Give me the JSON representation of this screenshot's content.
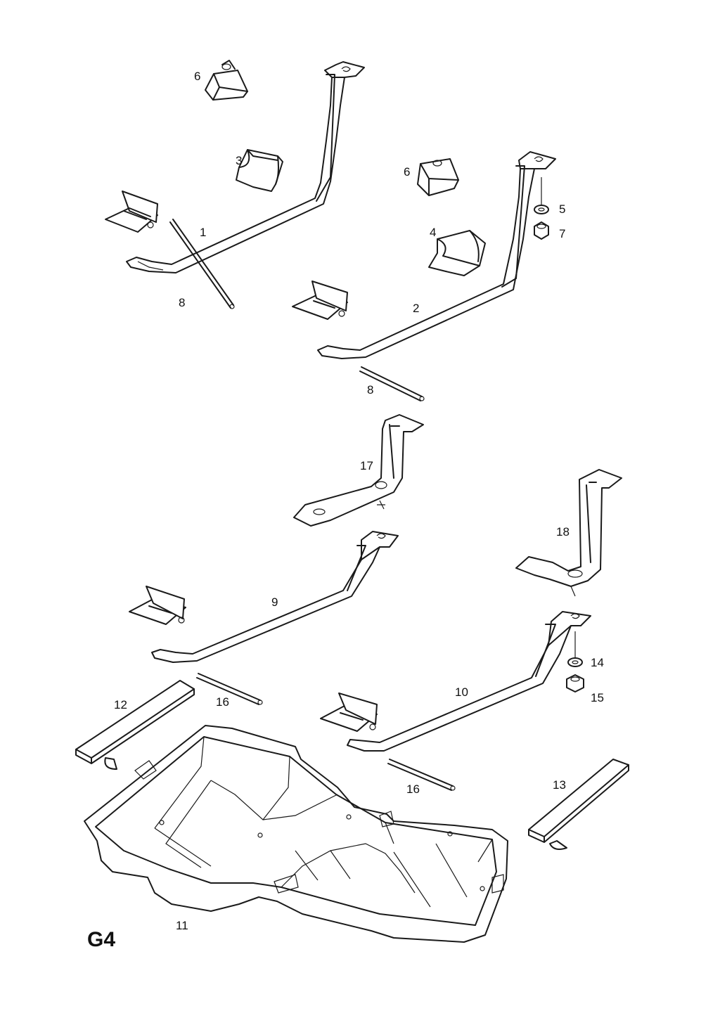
{
  "sheet": {
    "code": "G4"
  },
  "callouts": [
    {
      "id": "c1",
      "label": "1"
    },
    {
      "id": "c2",
      "label": "2"
    },
    {
      "id": "c3",
      "label": "3"
    },
    {
      "id": "c4",
      "label": "4"
    },
    {
      "id": "c5",
      "label": "5"
    },
    {
      "id": "c6a",
      "label": "6"
    },
    {
      "id": "c6b",
      "label": "6"
    },
    {
      "id": "c7",
      "label": "7"
    },
    {
      "id": "c8a",
      "label": "8"
    },
    {
      "id": "c8b",
      "label": "8"
    },
    {
      "id": "c9",
      "label": "9"
    },
    {
      "id": "c10",
      "label": "10"
    },
    {
      "id": "c11",
      "label": "11"
    },
    {
      "id": "c12",
      "label": "12"
    },
    {
      "id": "c13",
      "label": "13"
    },
    {
      "id": "c14",
      "label": "14"
    },
    {
      "id": "c15",
      "label": "15"
    },
    {
      "id": "c16a",
      "label": "16"
    },
    {
      "id": "c16b",
      "label": "16"
    },
    {
      "id": "c17",
      "label": "17"
    },
    {
      "id": "c18",
      "label": "18"
    }
  ]
}
